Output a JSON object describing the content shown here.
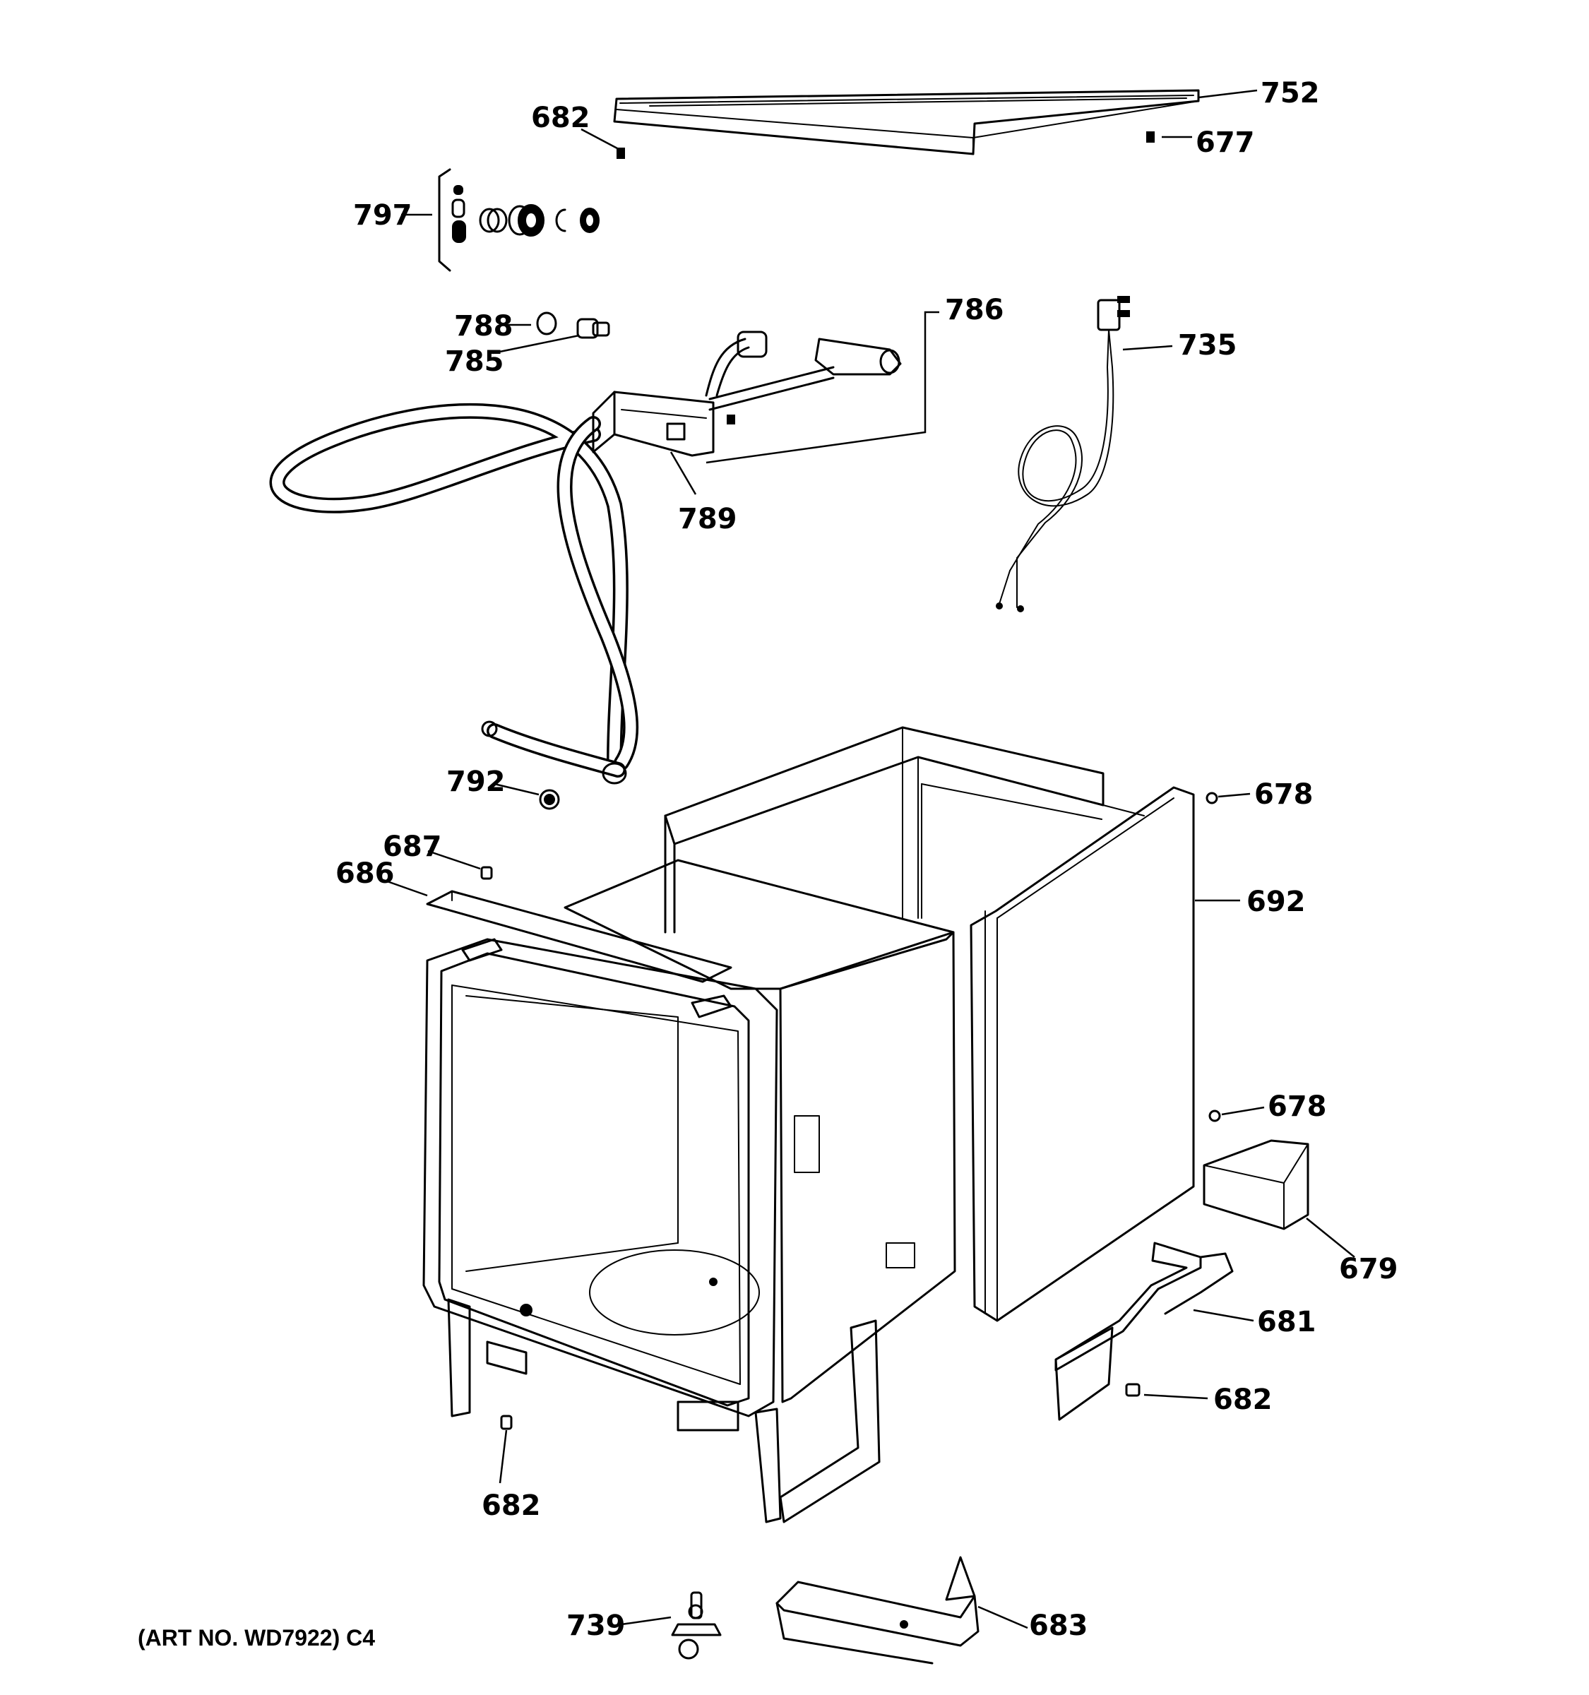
{
  "diagram": {
    "art_number": "(ART NO. WD7922) C4",
    "labels": {
      "p752": "752",
      "p682_top": "682",
      "p677": "677",
      "p797": "797",
      "p786": "786",
      "p788": "788",
      "p785": "785",
      "p735": "735",
      "p789": "789",
      "p792": "792",
      "p678_top": "678",
      "p687": "687",
      "p686": "686",
      "p692": "692",
      "p678_mid": "678",
      "p679": "679",
      "p681": "681",
      "p682_right": "682",
      "p682_bottom": "682",
      "p739": "739",
      "p683": "683"
    }
  }
}
